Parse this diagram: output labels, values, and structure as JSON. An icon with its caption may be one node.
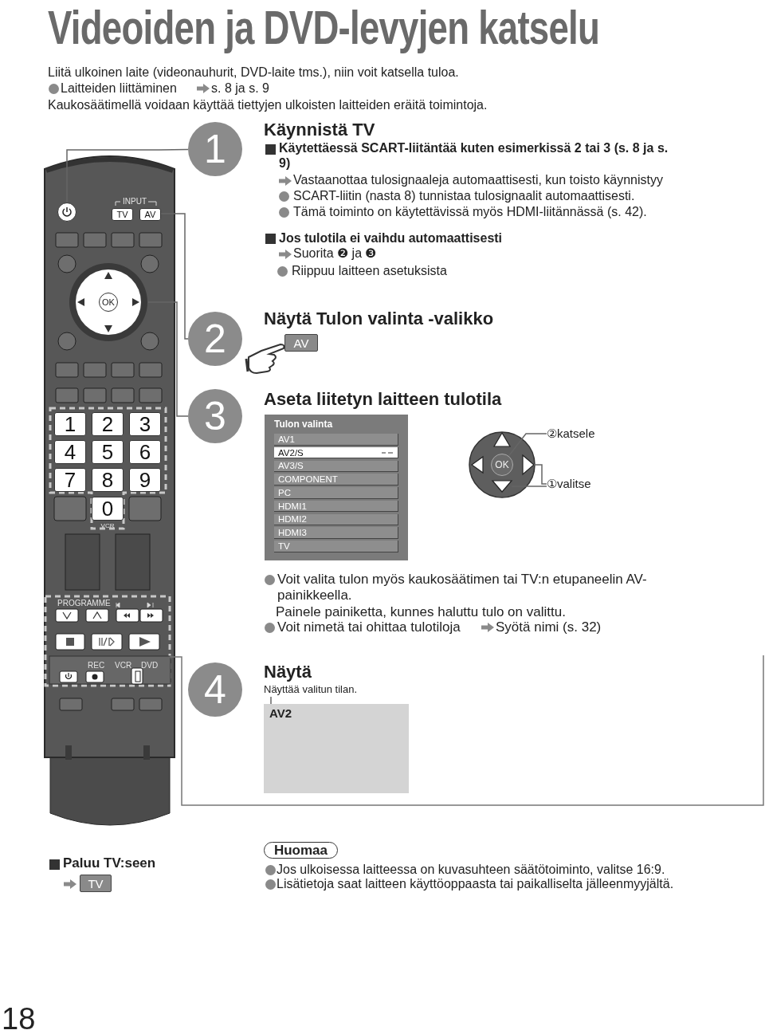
{
  "diagram": {
    "title": "Videoiden ja DVD-levyjen katselu",
    "nodes": [
      {
        "text": [],
        "shape": "picture"
      },
      {
        "text": [],
        "shape": "circle",
        "in": 0
      },
      {
        "text": [
          "TV"
        ],
        "in": 0
      },
      {
        "text": [
          "AV"
        ],
        "in": 0
      },
      {
        "text": [],
        "shape": "circle",
        "in": 0
      },
      {
        "text": [
          "OK"
        ],
        "in": 4
      },
      {
        "text": [
          "1"
        ],
        "in": 0
      },
      {
        "text": [
          "2"
        ],
        "in": 0
      },
      {
        "text": [
          "3"
        ],
        "in": 0
      },
      {
        "text": [
          "4"
        ],
        "in": 0
      },
      {
        "text": [
          "5"
        ],
        "in": 0
      },
      {
        "text": [
          "6"
        ],
        "in": 0
      },
      {
        "text": [
          "7"
        ],
        "in": 0
      },
      {
        "text": [
          "8"
        ],
        "in": 0
      },
      {
        "text": [
          "9"
        ],
        "in": 0
      },
      {
        "text": [
          "0"
        ],
        "in": 0,
        "beside": [
          "VCR"
        ]
      },
      {
        "text": [
          "1"
        ]
      },
      {
        "text": [
          "2"
        ]
      },
      {
        "text": [
          "AV"
        ]
      },
      {
        "text": [
          "3"
        ]
      },
      {
        "text": [
          "Tulon valinta"
        ]
      },
      {
        "text": [
          "AV1"
        ],
        "in": 20
      },
      {
        "text": [
          "AV2/S"
        ],
        "in": 20
      },
      {
        "text": [
          "AV3/S"
        ],
        "in": 20
      },
      {
        "text": [
          "COMPONENT"
        ],
        "in": 20
      },
      {
        "text": [
          "PC"
        ],
        "in": 20
      },
      {
        "text": [
          "HDMI1"
        ],
        "in": 20
      },
      {
        "text": [
          "HDMI2"
        ],
        "in": 20
      },
      {
        "text": [
          "HDMI3"
        ],
        "in": 20
      },
      {
        "text": [
          "TV"
        ],
        "in": 20
      },
      {
        "text": [],
        "shape": "circle"
      },
      {
        "text": [
          "OK"
        ],
        "in": 30
      },
      {
        "text": [],
        "shape": "triangle",
        "in": 30
      },
      {
        "text": [],
        "shape": "triangle",
        "in": 30
      },
      {
        "text": [
          "②katsele"
        ]
      },
      {
        "text": [
          "①valitse"
        ]
      },
      {
        "text": [
          "4"
        ]
      },
      {
        "text": [
          "Näyttää valitun tilan."
        ]
      },
      {
        "text": [
          "AV2"
        ]
      },
      {
        "text": [
          "TV"
        ]
      },
      {
        "text": [
          "Huomaa"
        ]
      }
    ],
    "edges": [
      {
        "from": 1,
        "to": 16,
        "arrow": "none"
      },
      {
        "from": 3,
        "to": 17,
        "arrow": "none"
      },
      {
        "from": 4,
        "to": 19,
        "arrow": "none"
      },
      {
        "from": 34,
        "to": 31,
        "arrow": "none"
      },
      {
        "from": 35,
        "to": 32,
        "arrow": "none"
      },
      {
        "from": 35,
        "to": 33,
        "arrow": "none"
      },
      {
        "from": 37,
        "to": 38,
        "arrow": "none"
      }
    ],
    "labels": [
      "Liitä ulkoinen laite (videonauhurit, DVD-laite tms.), niin voit katsella tuloa.",
      "Laitteiden liittäminen",
      "s. 8 ja s. 9",
      "Kaukosäätimellä voidaan käyttää tiettyjen ulkoisten laitteiden eräitä toimintoja.",
      "INPUT",
      "PROGRAMME",
      "REC",
      "VCR",
      "DVD",
      "Käynnistä TV",
      "Käytettäessä SCART-liitäntää kuten esimerkissä 2 tai 3 (s. 8 ja s. 9)",
      "Vastaanottaa tulosignaaleja automaattisesti, kun toisto käynnistyy",
      "SCART-liitin (nasta 8) tunnistaa tulosignaalit automaattisesti.",
      "Tämä toiminto on käytettävissä myös HDMI-liitännässä (s. 42).",
      "Jos tulotila ei vaihdu automaattisesti",
      "Suorita ❷ ja ❸",
      "Riippuu laitteen asetuksista",
      "Näytä Tulon valinta -valikko",
      "Aseta liitetyn laitteen tulotila",
      "Voit valita tulon myös kaukosäätimen tai TV:n etupaneelin AV-painikkeella.",
      "Painele painiketta, kunnes haluttu tulo on valittu.",
      "Voit nimetä tai ohittaa tulotiloja",
      "Syötä nimi (s. 32)",
      "Näytä",
      "Paluu TV:seen",
      "Jos ulkoisessa laitteessa on kuvasuhteen säätötoiminto, valitse 16:9.",
      "Lisätietoja saat laitteen käyttöoppaasta tai paikalliselta jälleenmyyjältä.",
      "18"
    ]
  }
}
